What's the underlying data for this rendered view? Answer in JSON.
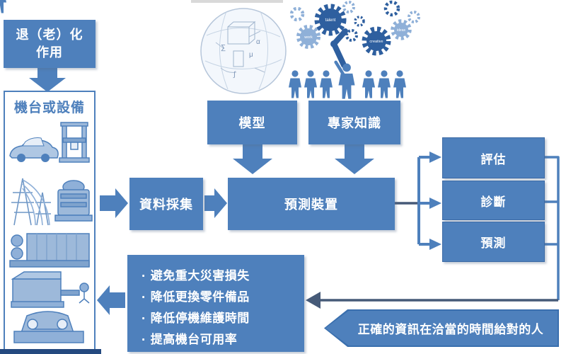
{
  "title": "predictive-maintenance-flow-diagram",
  "colors": {
    "primary": "#4E80BC",
    "primary_dark": "#3A6FAE",
    "line_dark": "#465A78",
    "navy": "#24497F",
    "panel_bg": "#FFFFFF",
    "text_on_blue": "#FFFFFF"
  },
  "nodes": {
    "aging": {
      "line1": "退（老）化",
      "line2": "作用"
    },
    "equipment": {
      "title": "機台或設備"
    },
    "data_collection": {
      "label": "資料採集"
    },
    "model": {
      "label": "模型"
    },
    "expert_knowledge": {
      "label": "專家知識"
    },
    "prediction_device": {
      "label": "預測裝置"
    },
    "outputs": [
      {
        "label": "評估"
      },
      {
        "label": "診斷"
      },
      {
        "label": "預測"
      }
    ],
    "benefits": {
      "bullet": "‧",
      "items": [
        "避免重大災害損失",
        "降低更換零件備品",
        "降低停機維護時間",
        "提高機台可用率"
      ]
    },
    "banner": {
      "label": "正確的資訊在洽當的時間給對的人"
    }
  },
  "images": {
    "globe": {
      "name": "math-formula-globe",
      "symbols": [
        "∑",
        "α",
        "μ",
        "∫"
      ]
    },
    "gears": {
      "name": "gears-teamwork",
      "labels": [
        "talent",
        "work",
        "creative",
        "ideas"
      ]
    },
    "people": {
      "name": "team-people-silhouettes"
    },
    "machines": {
      "name": "equipment-collage",
      "items": [
        "car",
        "testing-machine",
        "power-towers",
        "generator",
        "industrial-machine",
        "cnc-machine",
        "band-saw"
      ]
    }
  }
}
